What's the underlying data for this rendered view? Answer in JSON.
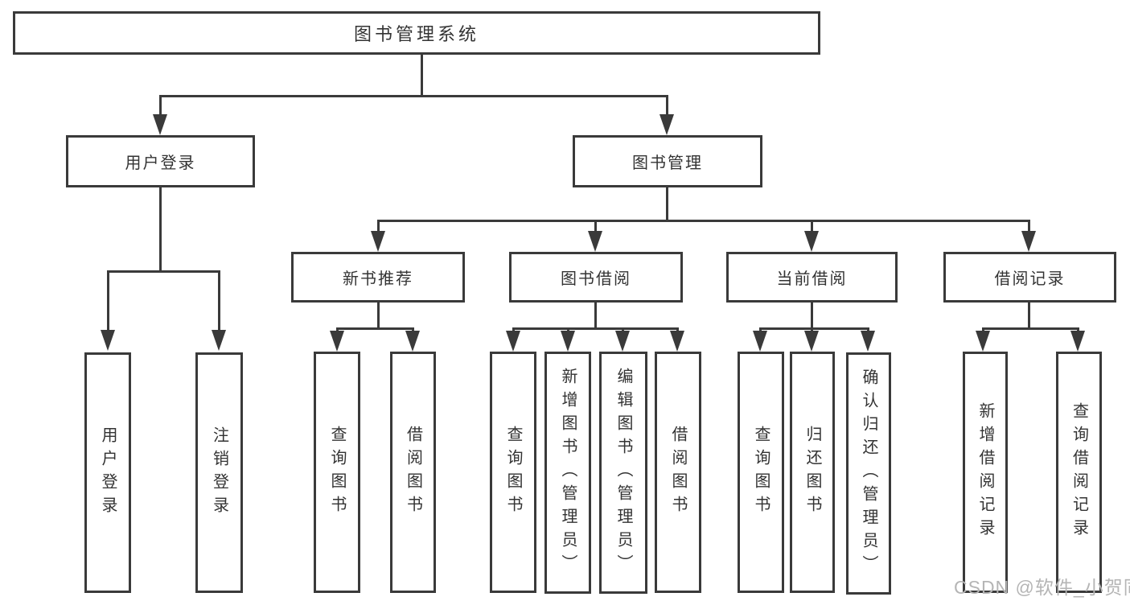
{
  "diagram": {
    "title": "图书管理系统",
    "colors": {
      "line": "#3a3a3a",
      "text": "#333333",
      "background": "#ffffff",
      "watermark": "#b5b5b5"
    },
    "nodes": {
      "root": {
        "label": "图书管理系统"
      },
      "user_login": {
        "label": "用户登录"
      },
      "book_mgmt": {
        "label": "图书管理"
      },
      "login_user": {
        "label": "用户登录"
      },
      "login_logout": {
        "label": "注销登录"
      },
      "new_book_rec": {
        "label": "新书推荐"
      },
      "book_borrow": {
        "label": "图书借阅"
      },
      "current_borrow": {
        "label": "当前借阅"
      },
      "borrow_records": {
        "label": "借阅记录"
      },
      "rec_query": {
        "label": "查询图书"
      },
      "rec_borrow": {
        "label": "借阅图书"
      },
      "borrow_query": {
        "label": "查询图书"
      },
      "borrow_add_admin": {
        "label": "新增图书（管理员）"
      },
      "borrow_edit_admin": {
        "label": "编辑图书（管理员）"
      },
      "borrow_borrow": {
        "label": "借阅图书"
      },
      "cur_query": {
        "label": "查询图书"
      },
      "cur_return": {
        "label": "归还图书"
      },
      "cur_confirm_admin": {
        "label": "确认归还（管理员）"
      },
      "records_add": {
        "label": "新增借阅记录"
      },
      "records_query": {
        "label": "查询借阅记录"
      }
    },
    "watermark": "CSDN @软件_小贺同学"
  }
}
